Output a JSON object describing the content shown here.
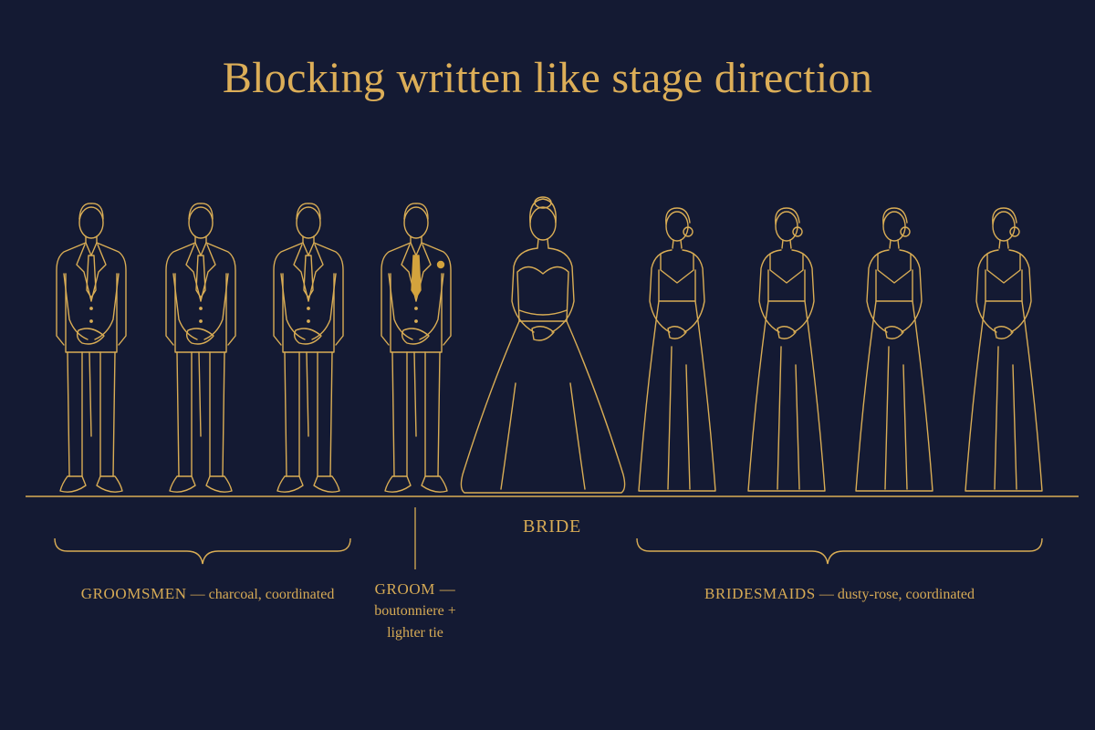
{
  "title": "Blocking written like stage direction",
  "colors": {
    "background": "#141a33",
    "line": "#d9ad55",
    "accent": "#d3a33d"
  },
  "figures": [
    {
      "role": "groomsman",
      "icon": "groomsman-figure-icon"
    },
    {
      "role": "groomsman",
      "icon": "groomsman-figure-icon"
    },
    {
      "role": "groomsman",
      "icon": "groomsman-figure-icon"
    },
    {
      "role": "groom",
      "icon": "groom-figure-icon"
    },
    {
      "role": "bride",
      "icon": "bride-figure-icon"
    },
    {
      "role": "bridesmaid",
      "icon": "bridesmaid-figure-icon"
    },
    {
      "role": "bridesmaid",
      "icon": "bridesmaid-figure-icon"
    },
    {
      "role": "bridesmaid",
      "icon": "bridesmaid-figure-icon"
    },
    {
      "role": "bridesmaid",
      "icon": "bridesmaid-figure-icon"
    }
  ],
  "labels": {
    "groomsmen_name": "GROOMSMEN",
    "groomsmen_desc": " — charcoal, coordinated",
    "groom_name": "GROOM —",
    "groom_desc": "boutonniere + lighter tie",
    "bride_name": "BRIDE",
    "bridesmaids_name": "BRIDESMAIDS",
    "bridesmaids_desc": " — dusty-rose, coordinated"
  }
}
